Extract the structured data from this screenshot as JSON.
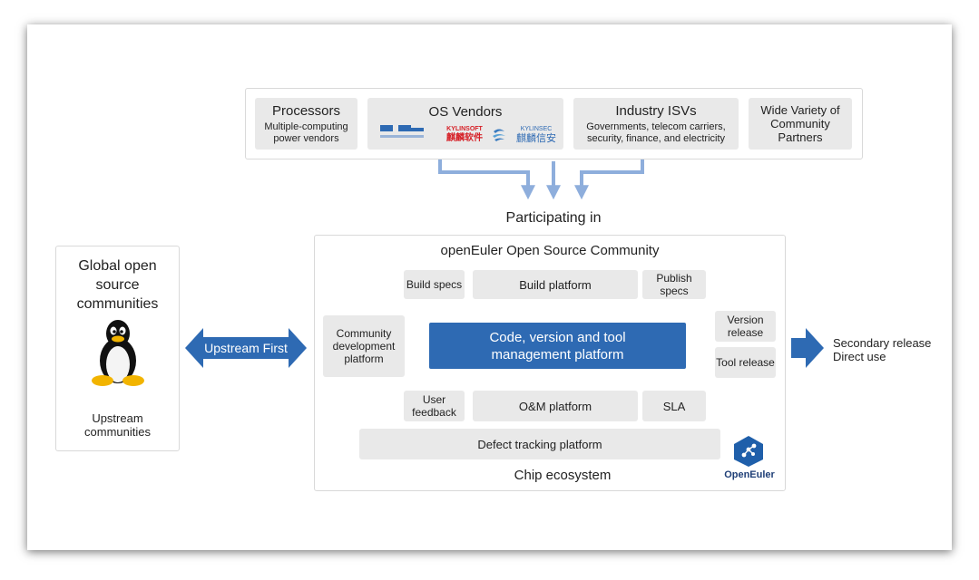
{
  "partners": {
    "processors": {
      "title": "Processors",
      "desc": "Multiple-computing power vendors"
    },
    "os_vendors": {
      "title": "OS Vendors",
      "logos": [
        "KYLINSOFT",
        "麒麟软件",
        "KYLINSEC",
        "麒麟信安"
      ]
    },
    "industry_isvs": {
      "title": "Industry ISVs",
      "desc": "Governments, telecom carriers, security, finance, and electricity"
    },
    "community_partners": {
      "title": "Wide Variety of Community Partners"
    }
  },
  "participating_label": "Participating in",
  "global": {
    "title": "Global open source communities",
    "subtitle": "Upstream communities"
  },
  "upstream_arrow_label": "Upstream First",
  "community": {
    "title": "openEuler Open Source Community",
    "build_specs": "Build specs",
    "build_platform": "Build platform",
    "publish_specs": "Publish specs",
    "community_dev_platform": "Community development platform",
    "core_platform": "Code, version and tool management platform",
    "version_release": "Version release",
    "tool_release": "Tool release",
    "user_feedback": "User feedback",
    "om_platform": "O&M platform",
    "sla": "SLA",
    "defect_tracking": "Defect tracking platform",
    "chip_ecosystem": "Chip ecosystem",
    "logo_text": "OpenEuler"
  },
  "output": {
    "line1": "Secondary release",
    "line2": "Direct use"
  },
  "colors": {
    "accent": "#2e6ab3",
    "arrow_light": "#8eaedc",
    "box_gray": "#e9e9e9"
  }
}
